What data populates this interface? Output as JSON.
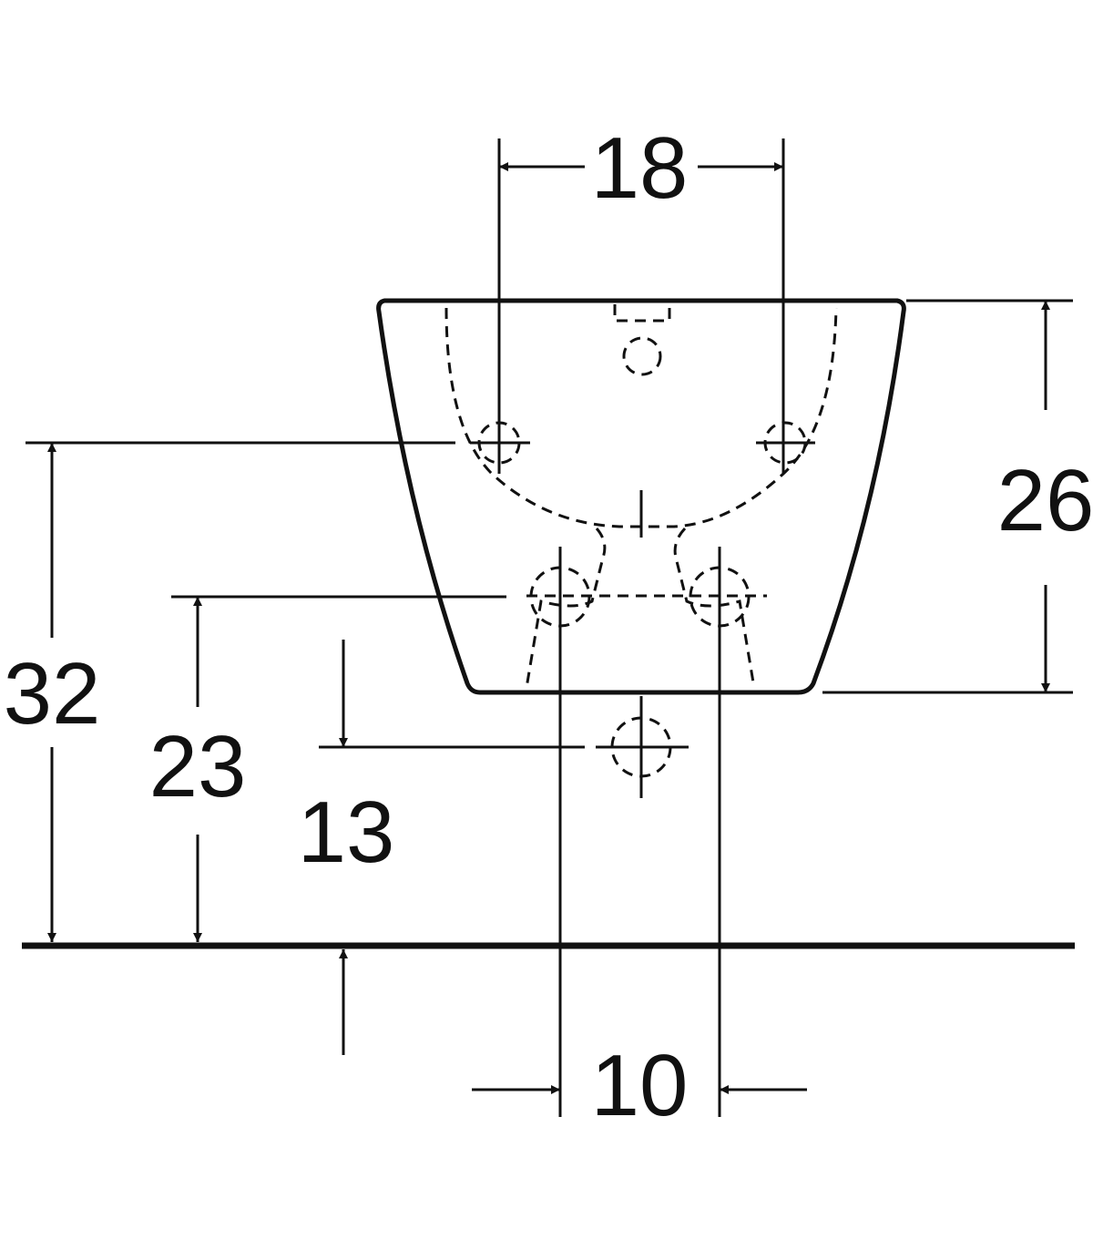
{
  "diagram": {
    "dimensions": {
      "top_width": "18",
      "right_height": "26",
      "left_height": "32",
      "mid_height": "23",
      "low_height": "13",
      "bottom_width": "10"
    },
    "colors": {
      "stroke": "#111111",
      "background": "#ffffff"
    }
  }
}
